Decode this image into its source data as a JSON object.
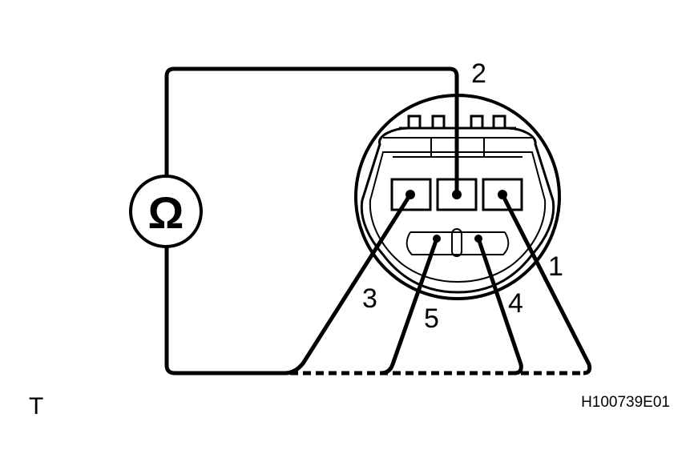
{
  "meter": {
    "symbol": "Ω"
  },
  "pins": {
    "p1": "1",
    "p2": "2",
    "p3": "3",
    "p4": "4",
    "p5": "5"
  },
  "corner_label": "T",
  "figure_code": "H100739E01"
}
